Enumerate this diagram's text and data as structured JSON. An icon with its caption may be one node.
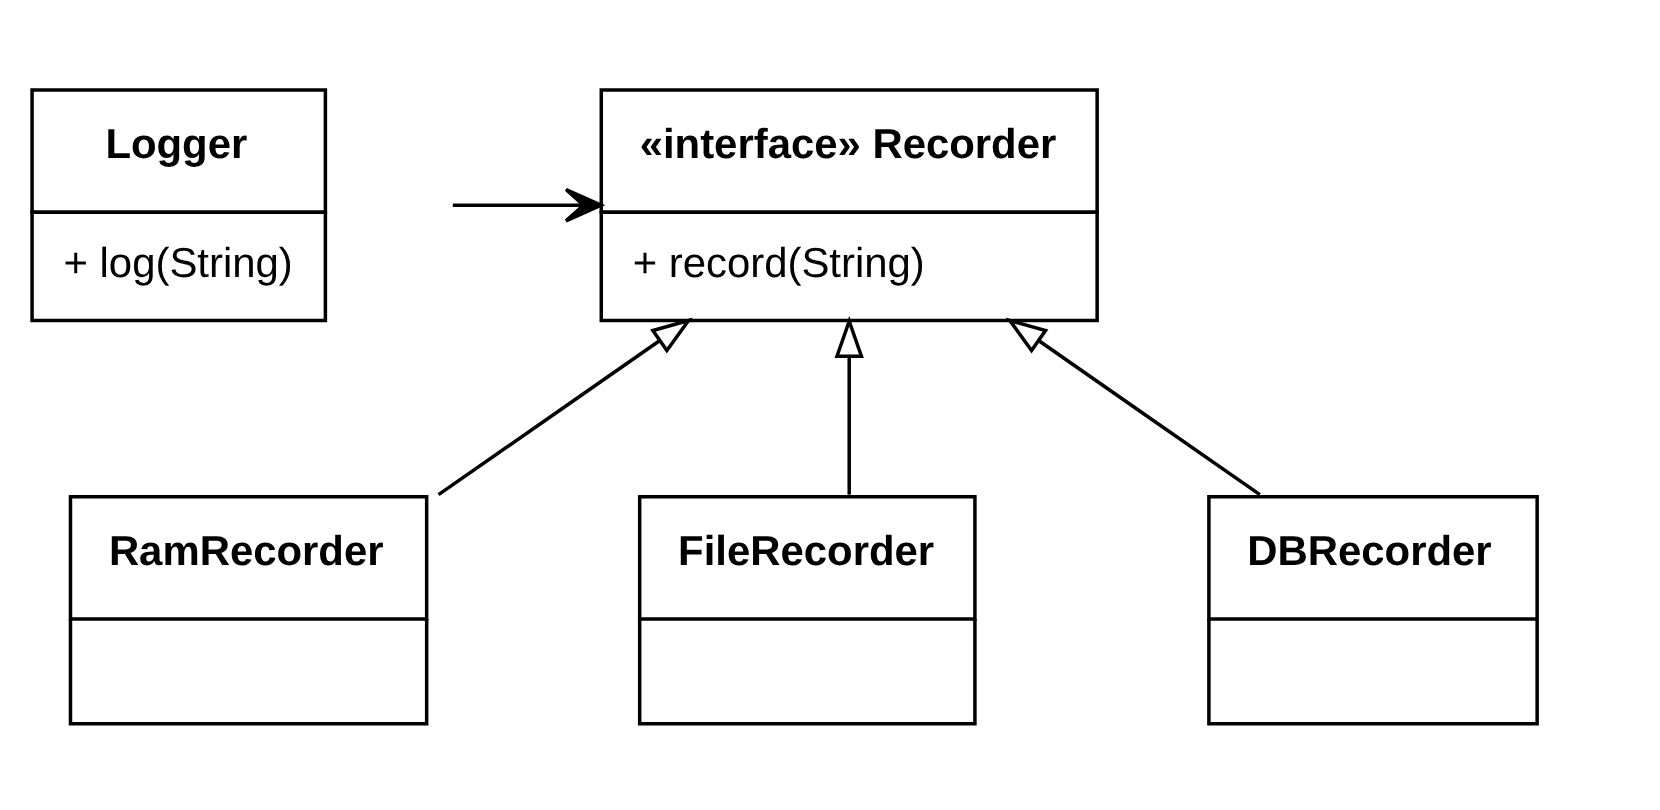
{
  "diagram": {
    "nodes": [
      {
        "text": [
          "Logger",
          "+ log(String)"
        ]
      },
      {
        "text": [
          "«interface» Recorder",
          "+ record(String)"
        ]
      },
      {
        "text": [
          "RamRecorder"
        ]
      },
      {
        "text": [
          "FileRecorder"
        ]
      },
      {
        "text": [
          "DBRecorder"
        ]
      }
    ],
    "edges": [
      {
        "from": 0,
        "to": 1,
        "arrow": "to"
      },
      {
        "from": 2,
        "to": 1,
        "arrow": "to"
      },
      {
        "from": 3,
        "to": 1,
        "arrow": "to"
      },
      {
        "from": 4,
        "to": 1,
        "arrow": "to"
      }
    ]
  }
}
